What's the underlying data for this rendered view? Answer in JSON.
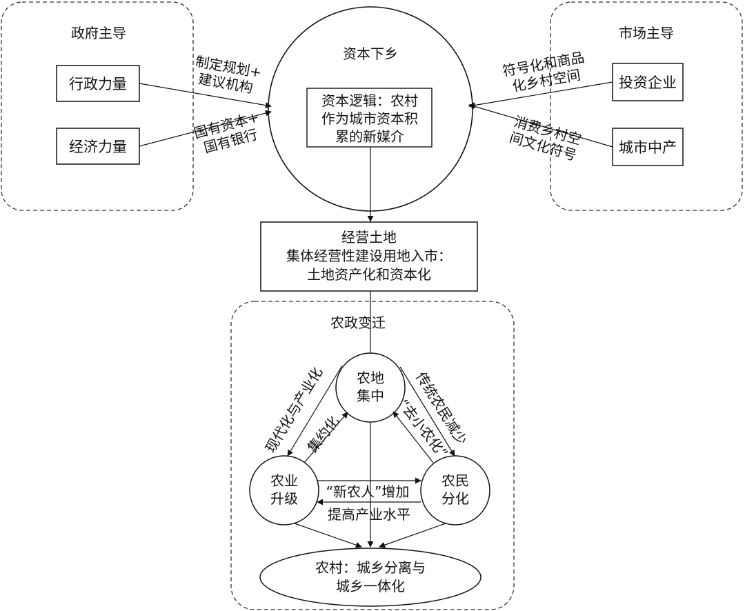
{
  "groups": {
    "government": "政府主导",
    "market": "市场主导",
    "agri_change": "农政变迁"
  },
  "government_forces": {
    "admin": "行政力量",
    "economic": "经济力量"
  },
  "market_forces": {
    "investors": "投资企业",
    "urban_middle": "城市中产"
  },
  "edge_labels": {
    "plan_line1": "制定规划+",
    "plan_line2": "建议机构",
    "state_line1": "国有资本+",
    "state_line2": "国有银行",
    "symbol_line1": "符号化和商品",
    "symbol_line2": "化乡村空间",
    "consume_line1": "消费乡村空",
    "consume_line2": "间文化符号"
  },
  "capital": {
    "title": "资本下乡",
    "logic_line1": "资本逻辑：农村",
    "logic_line2": "作为城市资本积",
    "logic_line3": "累的新媒介"
  },
  "land": {
    "line1": "经营土地",
    "line2": "集体经营性建设用地入市：",
    "line3": "土地资产化和资本化"
  },
  "nodes": {
    "land_concentration_1": "农地",
    "land_concentration_2": "集中",
    "agri_upgrade_1": "农业",
    "agri_upgrade_2": "升级",
    "farmer_diff_1": "农民",
    "farmer_diff_2": "分化"
  },
  "triangle_labels": {
    "modernization": "现代化与产业化",
    "intensification": "集约化",
    "traditional_farmers": "传统农民减少",
    "de_smallholder": "“去小农化”",
    "new_farmers": "“新农人”增加",
    "industry_level": "提高产业水平"
  },
  "outcome": {
    "line1": "农村：城乡分离与",
    "line2": "城乡一体化"
  }
}
